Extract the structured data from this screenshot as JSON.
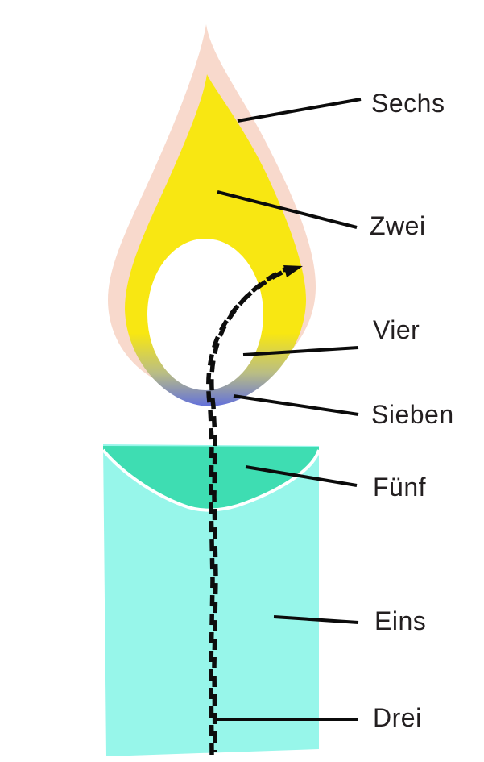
{
  "figure": {
    "subject": "candle with flame, parts labelled in German",
    "labels": {
      "sechs": "Sechs",
      "zwei": "Zwei",
      "vier": "Vier",
      "sieben": "Sieben",
      "fuenf": "Fünf",
      "eins": "Eins",
      "drei": "Drei"
    },
    "label_targets": {
      "sechs": "outer-flame-layer",
      "zwei": "yellow-flame-body",
      "vier": "inner-zone-around-wick",
      "sieben": "blue-flame-base",
      "fuenf": "melted-wax-pool",
      "eins": "candle-body",
      "drei": "wick"
    }
  },
  "colors": {
    "background": "#ffffff",
    "flame_outer_pink": "#f8d9cc",
    "flame_yellow": "#f8e712",
    "flame_base_blue": "#6270db",
    "flame_core_white": "#ffffff",
    "wax_pool_teal": "#3eddb2",
    "candle_body_cyan": "#97f6ea",
    "wax_divider_white": "#ffffff",
    "wick_black": "#0d0d0d",
    "leader_line_black": "#0b0b0b",
    "label_text": "#231f20"
  }
}
